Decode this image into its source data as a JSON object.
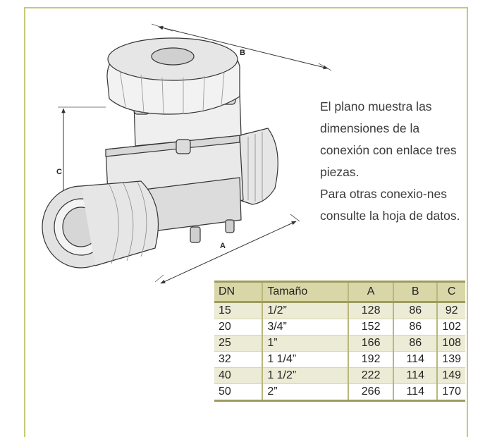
{
  "drawing": {
    "dimension_labels": {
      "a": "A",
      "b": "B",
      "c": "C"
    }
  },
  "description": {
    "paragraph1": "El plano muestra las dimensiones de la conexión con enlace tres piezas.",
    "paragraph2": "Para otras conexio-nes consulte la hoja de datos."
  },
  "table": {
    "headers": [
      "DN",
      "Tamaño",
      "A",
      "B",
      "C"
    ],
    "rows": [
      [
        "15",
        "1/2”",
        "128",
        "86",
        "92"
      ],
      [
        "20",
        "3/4”",
        "152",
        "86",
        "102"
      ],
      [
        "25",
        "1”",
        "166",
        "86",
        "108"
      ],
      [
        "32",
        "1 1/4”",
        "192",
        "114",
        "139"
      ],
      [
        "40",
        "1 1/2”",
        "222",
        "114",
        "149"
      ],
      [
        "50",
        "2”",
        "266",
        "114",
        "170"
      ]
    ]
  },
  "colors": {
    "frame": "#c8c77b",
    "table_header": "#d9d7a8",
    "table_stripe": "#ecebd6",
    "table_rule": "#9e9c5e"
  }
}
